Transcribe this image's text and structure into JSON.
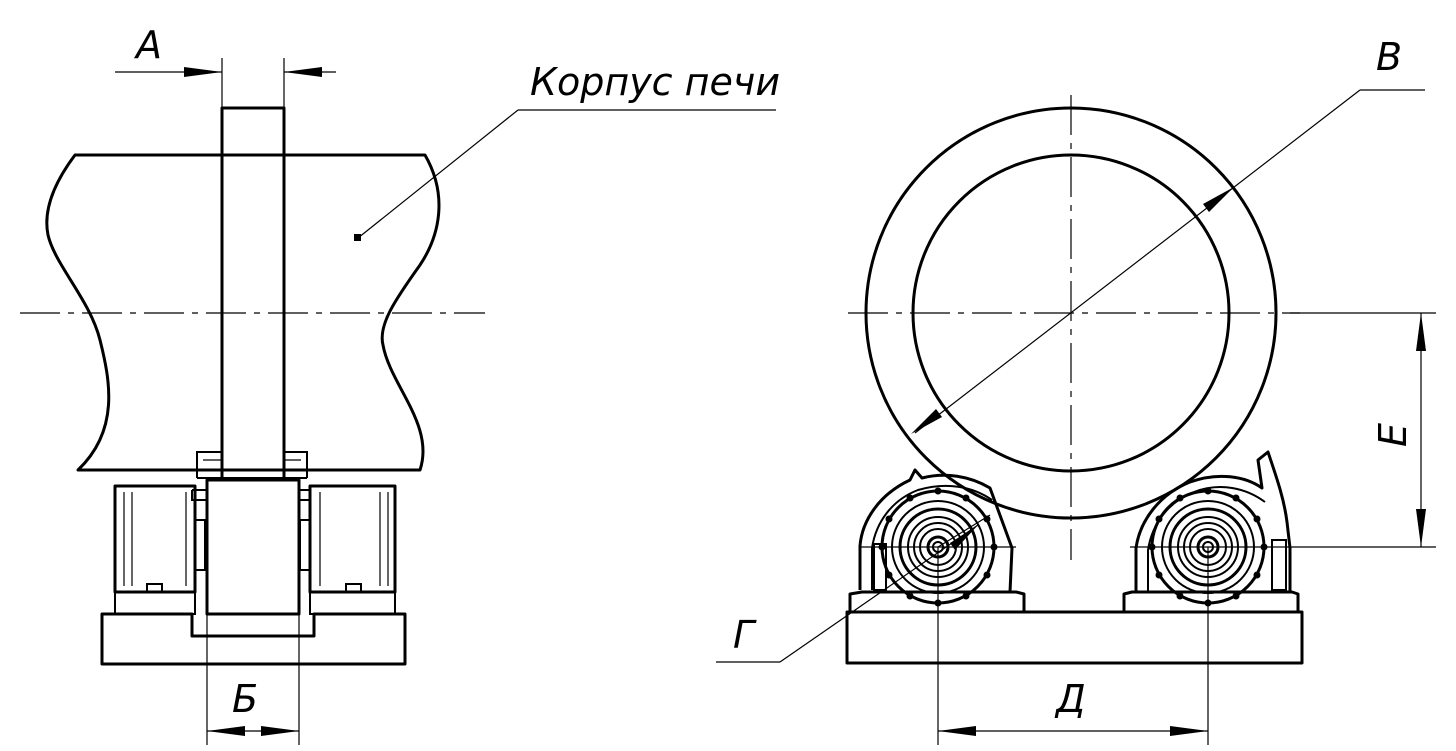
{
  "labels": {
    "dim_a": "А",
    "dim_b": "Б",
    "dim_v": "В",
    "dim_g": "Г",
    "dim_d": "Д",
    "dim_e": "Е",
    "kiln_shell": "Корпус печи"
  }
}
